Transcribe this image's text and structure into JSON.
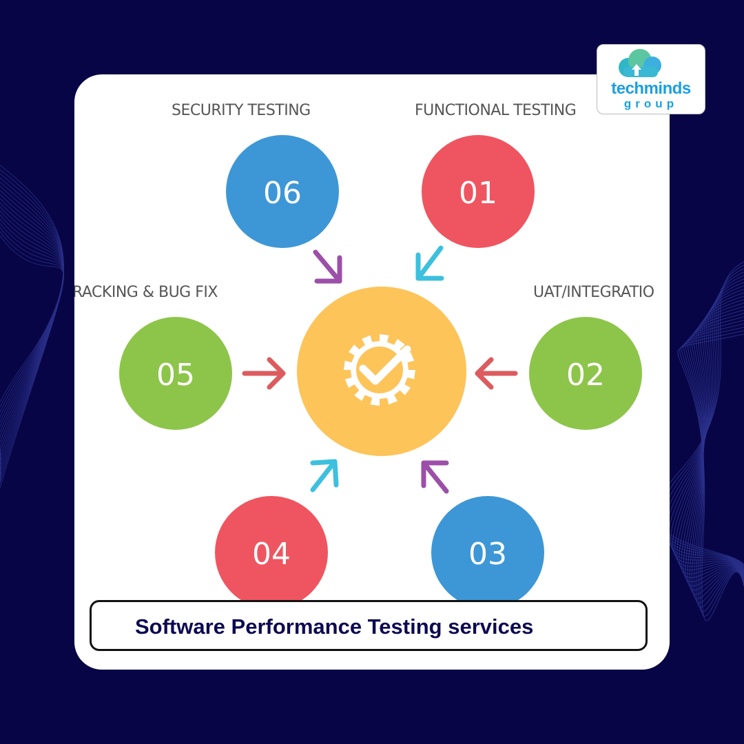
{
  "logo": {
    "name": "techminds",
    "sub": "group"
  },
  "diagram": {
    "steps": [
      {
        "number": "01",
        "label": "FUNCTIONAL TESTING",
        "color": "#ef5560"
      },
      {
        "number": "02",
        "label": "UAT/INTEGRATIO",
        "color": "#8dc54a"
      },
      {
        "number": "03",
        "label": "",
        "color": "#3d97d6"
      },
      {
        "number": "04",
        "label": "",
        "color": "#ef5560"
      },
      {
        "number": "05",
        "label": "RACKING & BUG FIX",
        "color": "#8dc54a"
      },
      {
        "number": "06",
        "label": "SECURITY TESTING",
        "color": "#3d97d6"
      }
    ],
    "center_icon": "gear-check-icon",
    "center_color": "#fdc45a",
    "arrow_colors": {
      "purple": "#9c4fa8",
      "cyan": "#3cc0dd",
      "red": "#dd5b5e"
    }
  },
  "caption": "Software Performance Testing services"
}
